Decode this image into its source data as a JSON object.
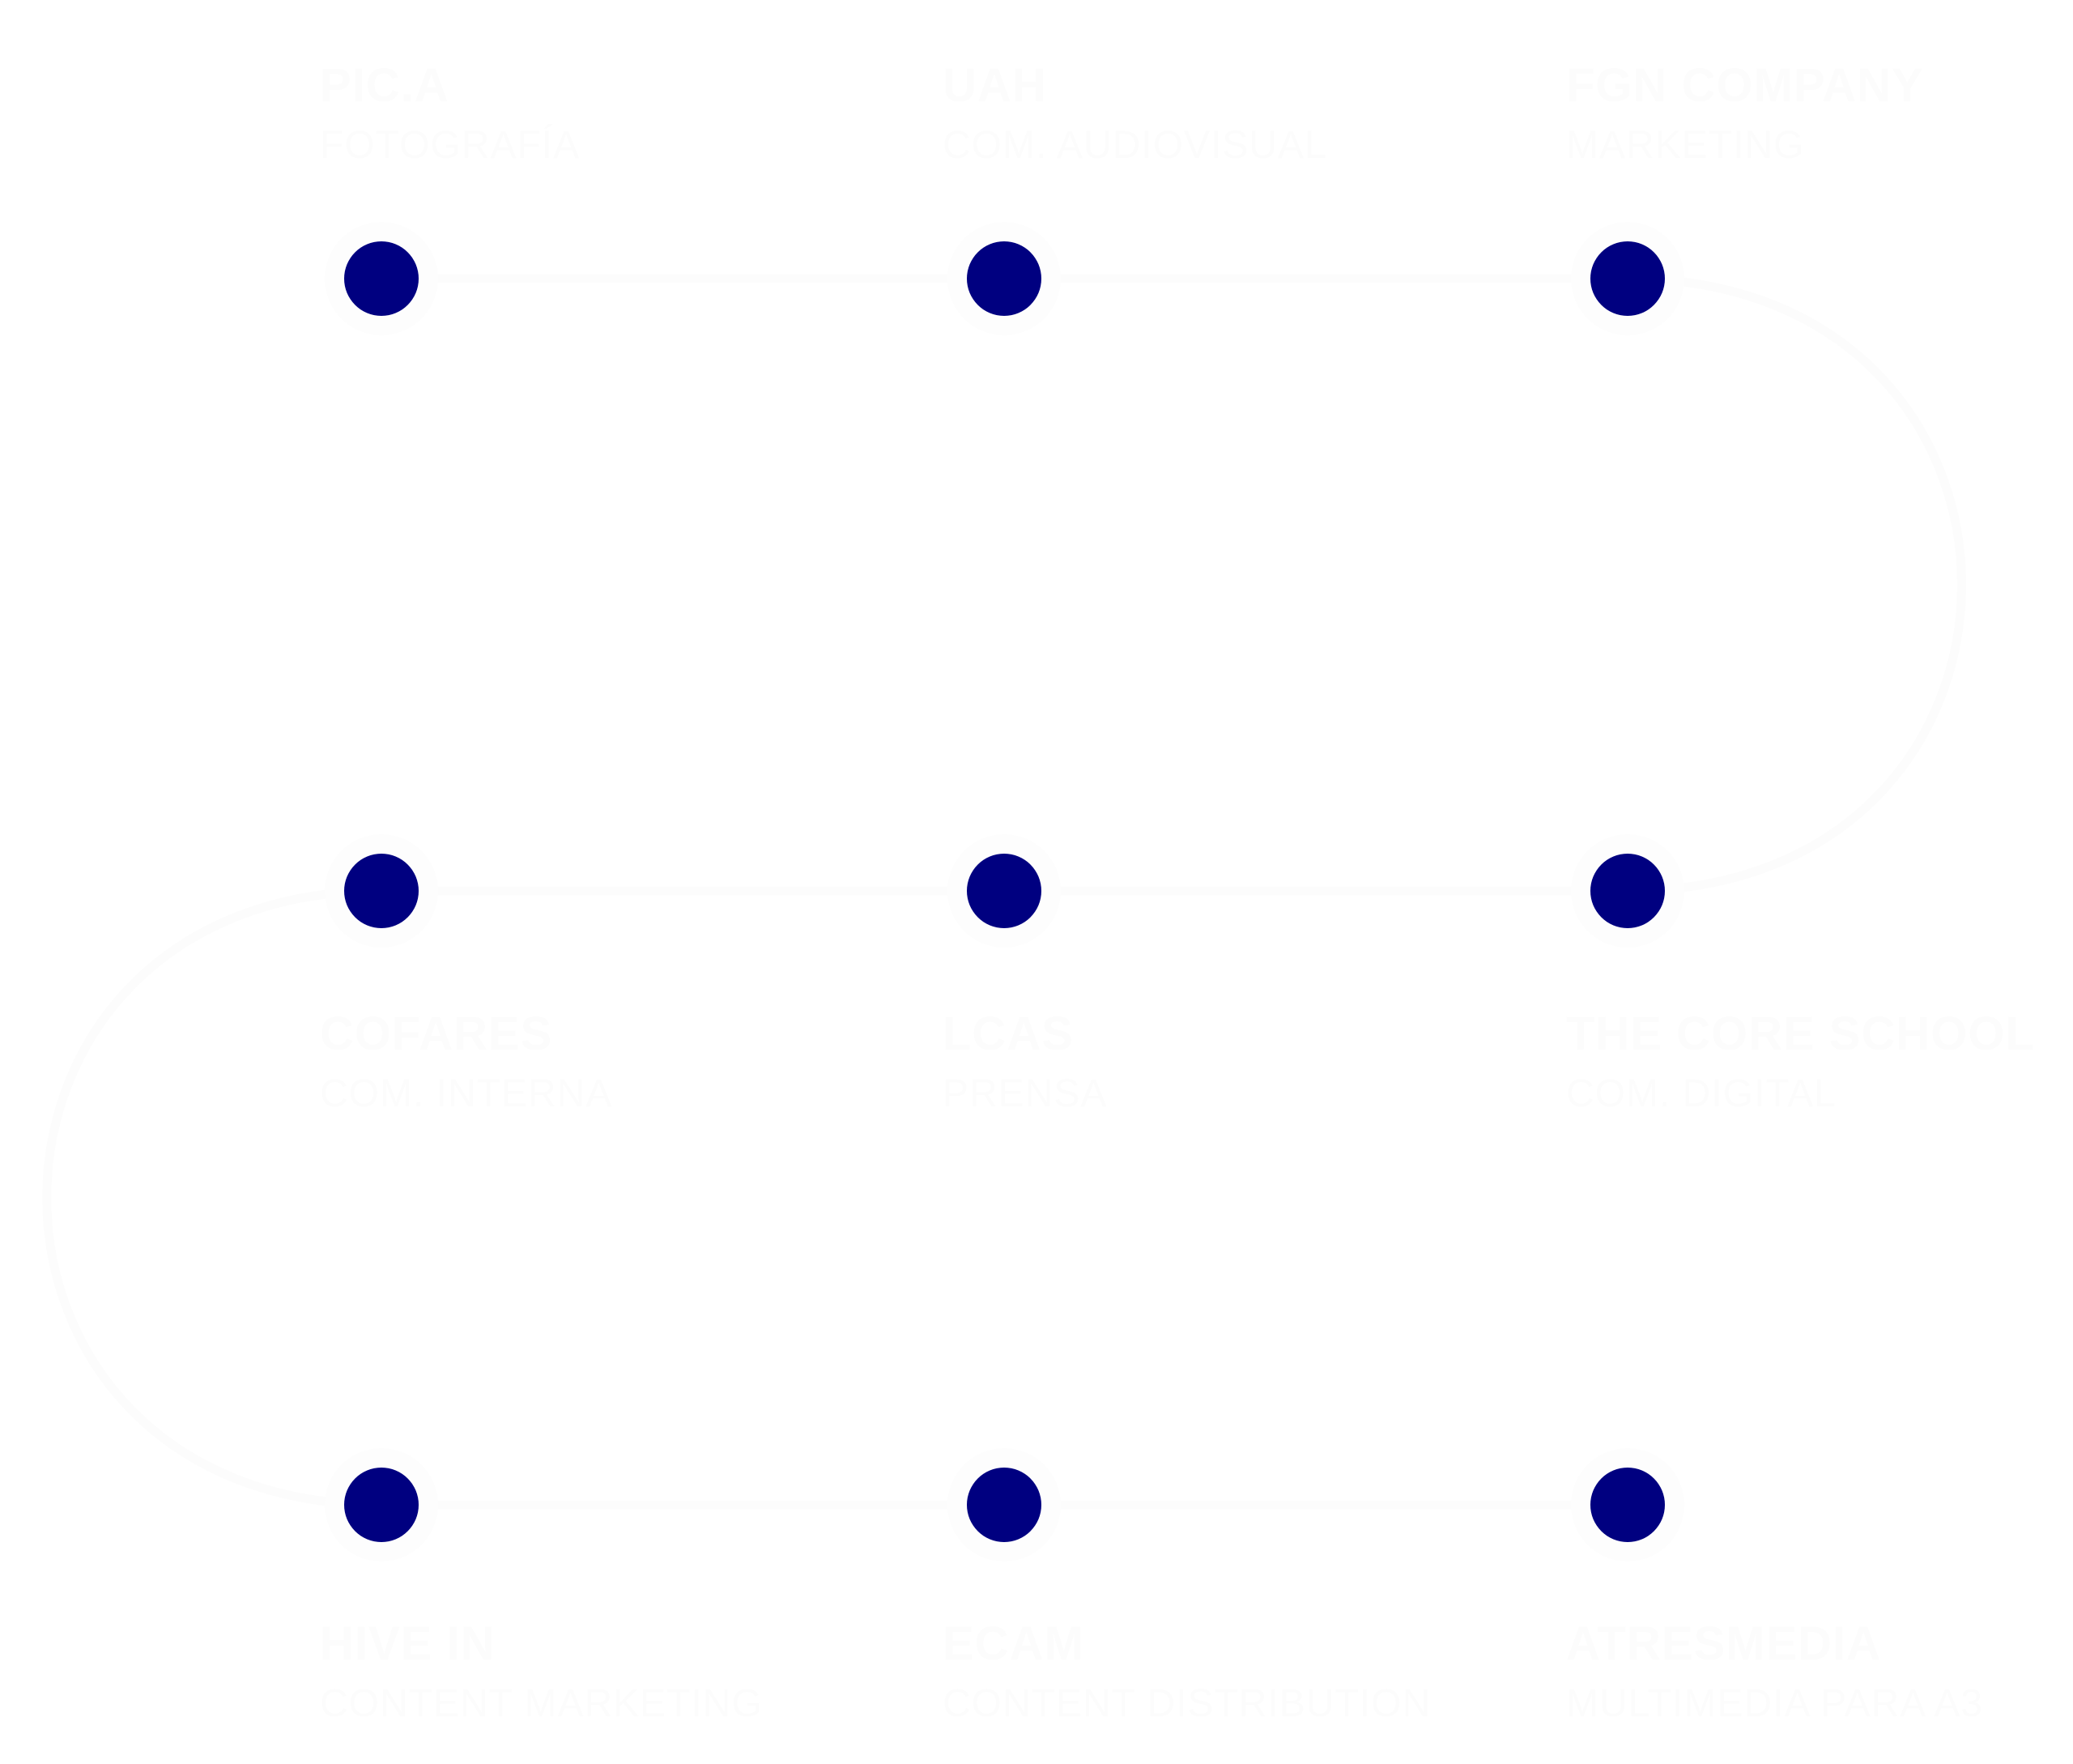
{
  "colors": {
    "background": "#ffffff",
    "path": "#fcfcfc",
    "dot": "#000080",
    "halo": "#fdfdfd",
    "text": "#fcfcfc"
  },
  "timeline": {
    "type": "snake-path",
    "rows": 3,
    "columns": 3,
    "order": "row1 left-to-right, curve right, row2 right-to-left, curve left, row3 left-to-right"
  },
  "nodes": [
    {
      "org": "PIC.A",
      "role": "FOTOGRAFÍA",
      "row": 0,
      "col": 0,
      "label_pos": "above"
    },
    {
      "org": "UAH",
      "role": "COM. AUDIOVISUAL",
      "row": 0,
      "col": 1,
      "label_pos": "above"
    },
    {
      "org": "FGN COMPANY",
      "role": "MARKETING",
      "row": 0,
      "col": 2,
      "label_pos": "above"
    },
    {
      "org": "THE CORE SCHOOL",
      "role": "COM. DIGITAL",
      "row": 1,
      "col": 2,
      "label_pos": "below"
    },
    {
      "org": "LCAS",
      "role": "PRENSA",
      "row": 1,
      "col": 1,
      "label_pos": "below"
    },
    {
      "org": "COFARES",
      "role": "COM. INTERNA",
      "row": 1,
      "col": 0,
      "label_pos": "below"
    },
    {
      "org": "HIVE IN",
      "role": "CONTENT MARKETING",
      "row": 2,
      "col": 0,
      "label_pos": "below"
    },
    {
      "org": "ECAM",
      "role": "CONTENT DISTRIBUTION",
      "row": 2,
      "col": 1,
      "label_pos": "below"
    },
    {
      "org": "ATRESMEDIA",
      "role": "MULTIMEDIA PARA A3",
      "row": 2,
      "col": 2,
      "label_pos": "below"
    }
  ]
}
